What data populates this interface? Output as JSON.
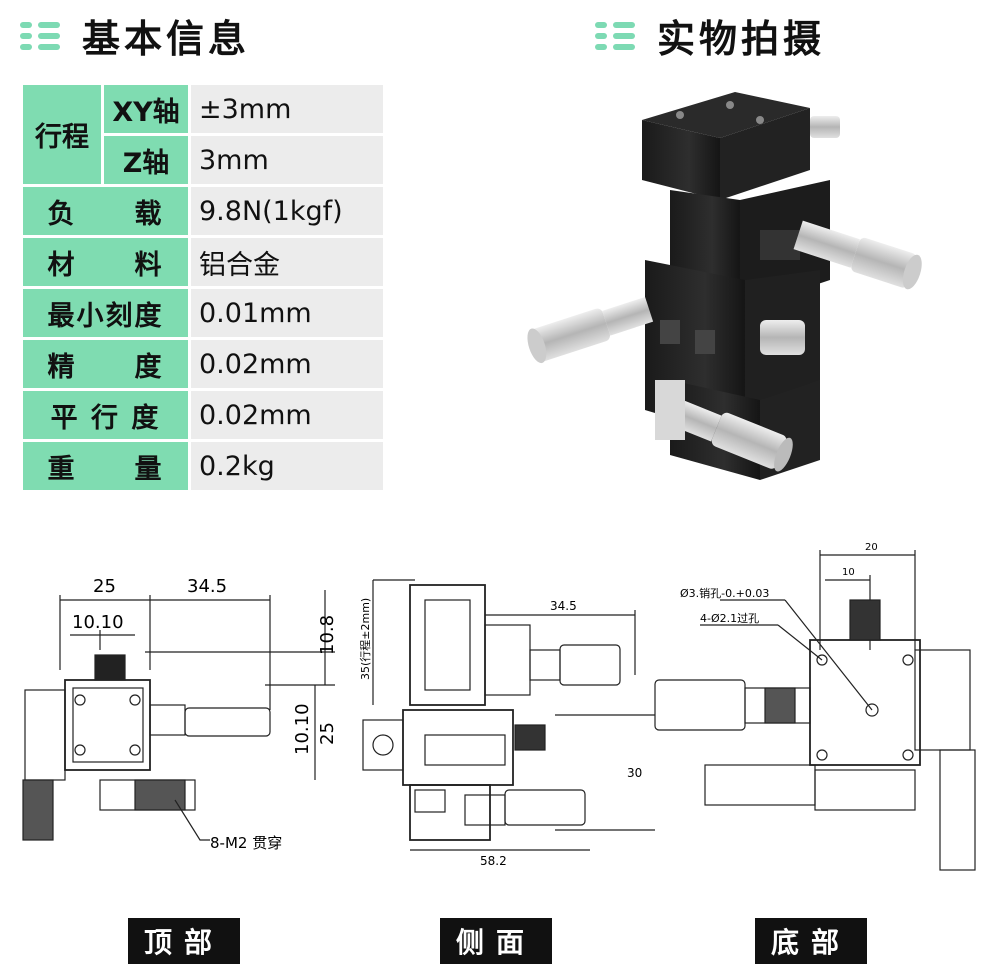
{
  "headers": {
    "basic_info": "基本信息",
    "photo": "实物拍摄"
  },
  "spec": {
    "stroke_label": "行程",
    "xy_label": "XY轴",
    "xy_value": "±3mm",
    "z_label": "Z轴",
    "z_value": "3mm",
    "rows": [
      {
        "label": "负　　载",
        "value": "9.8N(1kgf)"
      },
      {
        "label": "材　　料",
        "value": "铝合金"
      },
      {
        "label": "最小刻度",
        "value": "0.01mm"
      },
      {
        "label": "精　　度",
        "value": "0.02mm"
      },
      {
        "label": "平 行 度",
        "value": "0.02mm"
      },
      {
        "label": "重　　量",
        "value": "0.2kg"
      }
    ]
  },
  "top_view": {
    "dim_25": "25",
    "dim_345": "34.5",
    "dim_1010": "10.10",
    "dim_108": "10.8",
    "dim_v1010": "10.10",
    "dim_v25": "25",
    "callout": "8-M2 贯穿",
    "tag": "顶部"
  },
  "side_view": {
    "dim_345": "34.5",
    "dim_35": "35(行程±2mm)",
    "dim_30": "30",
    "dim_582": "58.2",
    "tag": "侧面"
  },
  "bottom_view": {
    "dim_20": "20",
    "dim_10": "10",
    "hole1": "Ø3.销孔-0.+0.03",
    "hole2": "4-Ø2.1过孔",
    "tag": "底部"
  },
  "colors": {
    "accent": "#7fdcb1",
    "value_bg": "#ececec"
  }
}
